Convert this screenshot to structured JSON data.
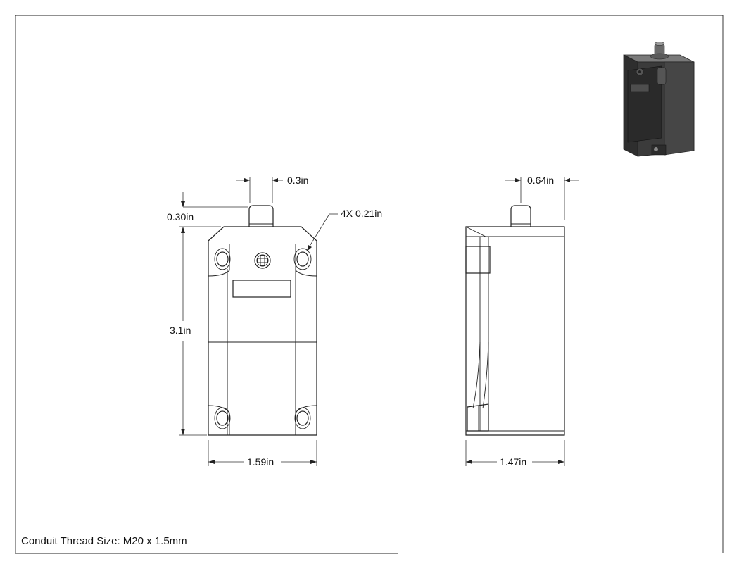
{
  "dimensions": {
    "front_pin_width": "0.3in",
    "front_pin_height": "0.30in",
    "front_height": "3.1in",
    "front_width": "1.59in",
    "hole_callout": "4X 0.21in",
    "side_pin_offset": "0.64in",
    "side_depth": "1.47in"
  },
  "notes": {
    "conduit": "Conduit Thread Size: M20 x 1.5mm"
  },
  "colors": {
    "line": "#222222",
    "iso_body": "#3a3a3a",
    "iso_highlight": "#6a6a6a"
  }
}
